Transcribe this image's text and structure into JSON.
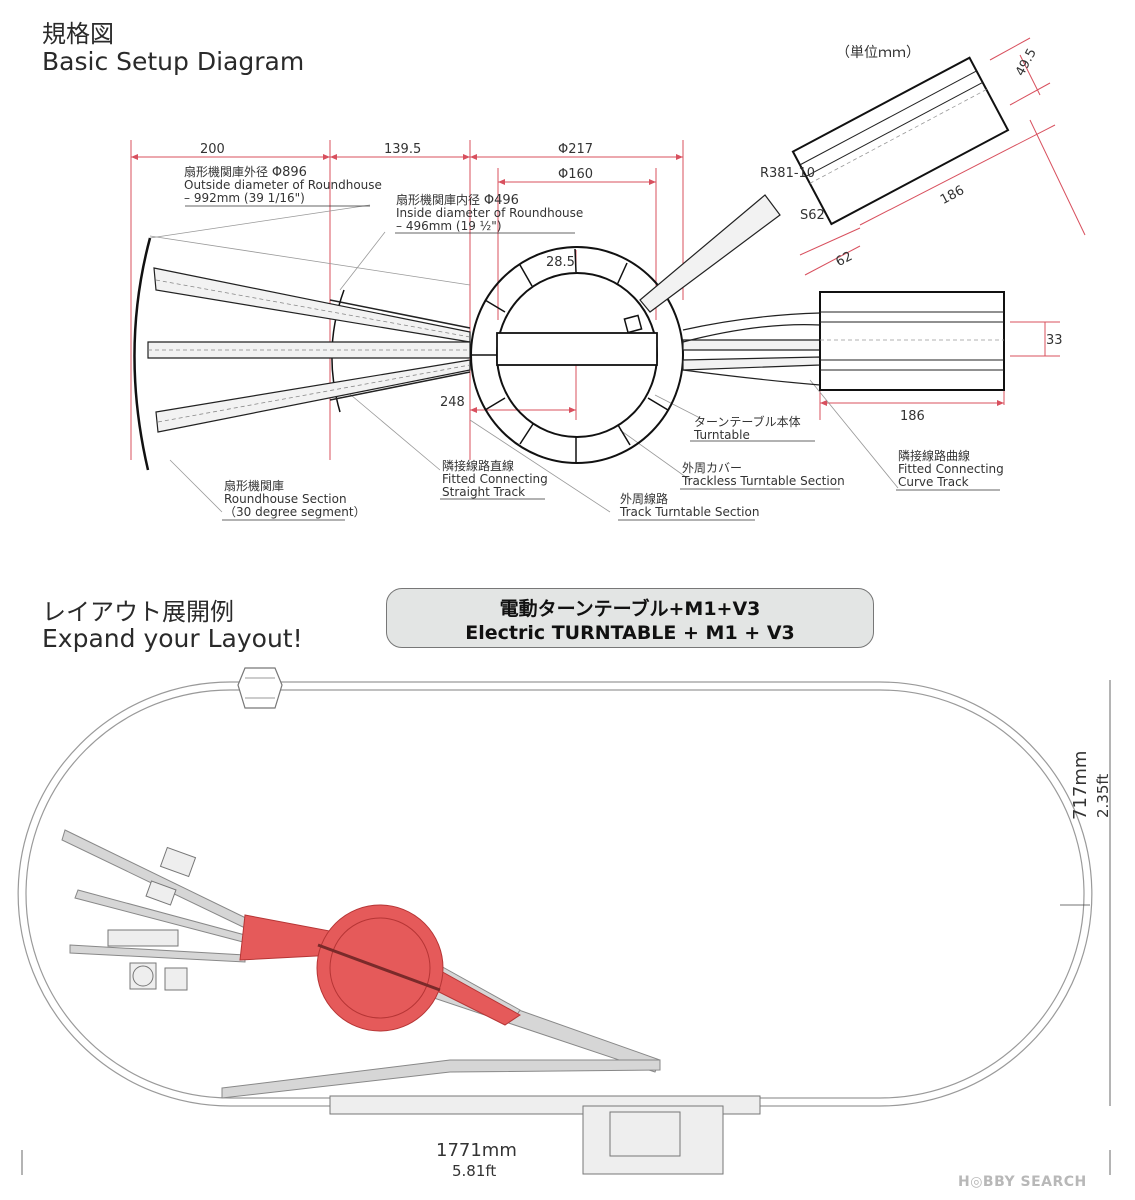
{
  "header": {
    "title_jp": "規格図",
    "title_en": "Basic Setup Diagram",
    "unit_note": "（単位ｍｍ）"
  },
  "setup": {
    "dims": {
      "d200": "200",
      "d139": "139.5",
      "phi217": "Φ217",
      "phi160": "Φ160",
      "d28": "28.5",
      "d248": "248",
      "d49": "49.5",
      "d186a": "186",
      "d62": "62",
      "r381": "R381-10",
      "s62": "S62",
      "d33": "33",
      "d186b": "186"
    },
    "labels": {
      "outside_jp": "扇形機関庫外径",
      "outside_phi": "Φ896",
      "outside_en1": "Outside diameter of Roundhouse",
      "outside_en2": "– 992mm (39 1/16\")",
      "inside_jp": "扇形機関庫内径",
      "inside_phi": "Φ496",
      "inside_en1": "Inside diameter of Roundhouse",
      "inside_en2": "– 496mm (19 ½\")",
      "turntable_jp": "ターンテーブル本体",
      "turntable_en": "Turntable",
      "curve_jp": "隣接線路曲線",
      "curve_en1": "Fitted Connecting",
      "curve_en2": "Curve Track",
      "trackless_jp": "外周カバー",
      "trackless_en": "Trackless Turntable Section",
      "track_jp": "外周線路",
      "track_en": "Track Turntable Section",
      "straight_jp": "隣接線路直線",
      "straight_en1": "Fitted Connecting",
      "straight_en2": "Straight Track",
      "roundhouse_jp": "扇形機関庫",
      "roundhouse_en1": "Roundhouse Section",
      "roundhouse_en2": "（30 degree segment）"
    }
  },
  "layout": {
    "title_jp": "レイアウト展開例",
    "title_en": "Expand your Layout!",
    "badge_jp": "電動ターンテーブル+M1+V3",
    "badge_en": "Electric TURNTABLE + M1 + V3",
    "height_mm": "717mm",
    "height_ft": "2.35ft",
    "width_mm": "1771mm",
    "width_ft": "5.81ft"
  },
  "watermark": "H◎BBY SEARCH",
  "colors": {
    "accent_red": "#e55a5a",
    "track_grey": "#c9c9c9",
    "dim_red": "#d8505e"
  }
}
